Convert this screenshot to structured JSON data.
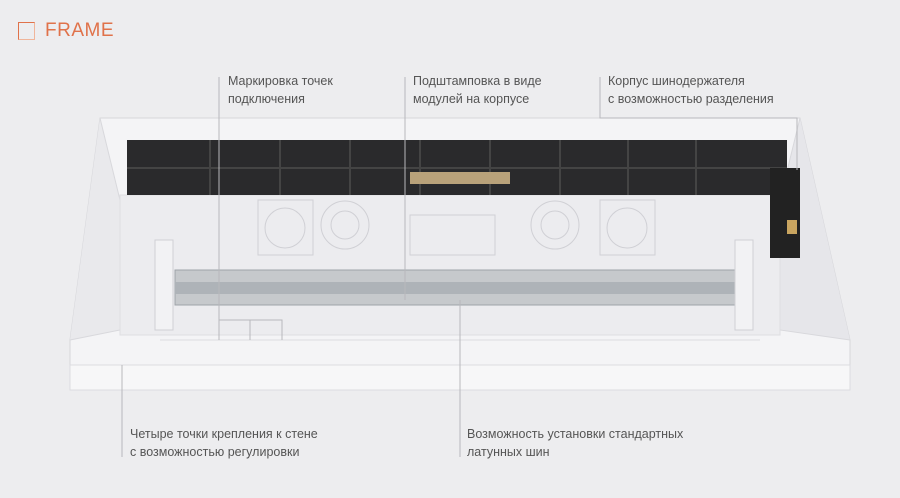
{
  "brand": {
    "name": "FRAME",
    "accent_color": "#e0724a"
  },
  "callouts": [
    {
      "line1": "Маркировка точек",
      "line2": "подключения"
    },
    {
      "line1": "Подштамповка в виде",
      "line2": "модулей на корпусе"
    },
    {
      "line1": "Корпус шинодержателя",
      "line2": "с возможностью разделения"
    },
    {
      "line1": "Четыре точки крепления к стене",
      "line2": "с возможностью регулировки"
    },
    {
      "line1": "Возможность установки стандартных",
      "line2": "латунных шин"
    }
  ]
}
